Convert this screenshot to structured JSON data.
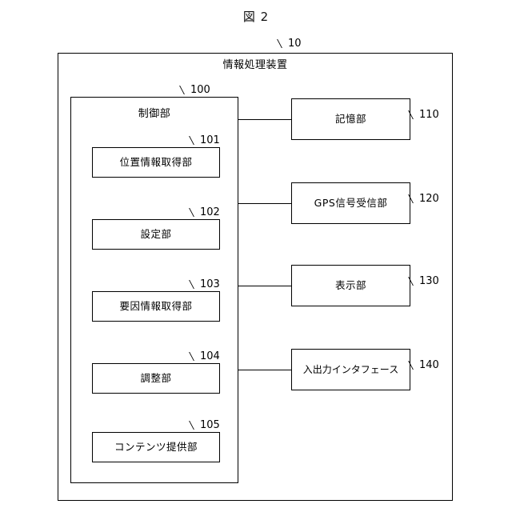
{
  "figure": {
    "title": "図 2"
  },
  "device": {
    "label": "情報処理装置",
    "ref": "10"
  },
  "control_unit": {
    "label": "制御部",
    "ref": "100",
    "modules": [
      {
        "label": "位置情報取得部",
        "ref": "101"
      },
      {
        "label": "設定部",
        "ref": "102"
      },
      {
        "label": "要因情報取得部",
        "ref": "103"
      },
      {
        "label": "調整部",
        "ref": "104"
      },
      {
        "label": "コンテンツ提供部",
        "ref": "105"
      }
    ]
  },
  "peripherals": [
    {
      "label": "記憶部",
      "ref": "110"
    },
    {
      "label": "GPS信号受信部",
      "ref": "120"
    },
    {
      "label": "表示部",
      "ref": "130"
    },
    {
      "label": "入出力インタフェース",
      "ref": "140"
    }
  ],
  "colors": {
    "line": "#000000",
    "background": "#ffffff"
  }
}
